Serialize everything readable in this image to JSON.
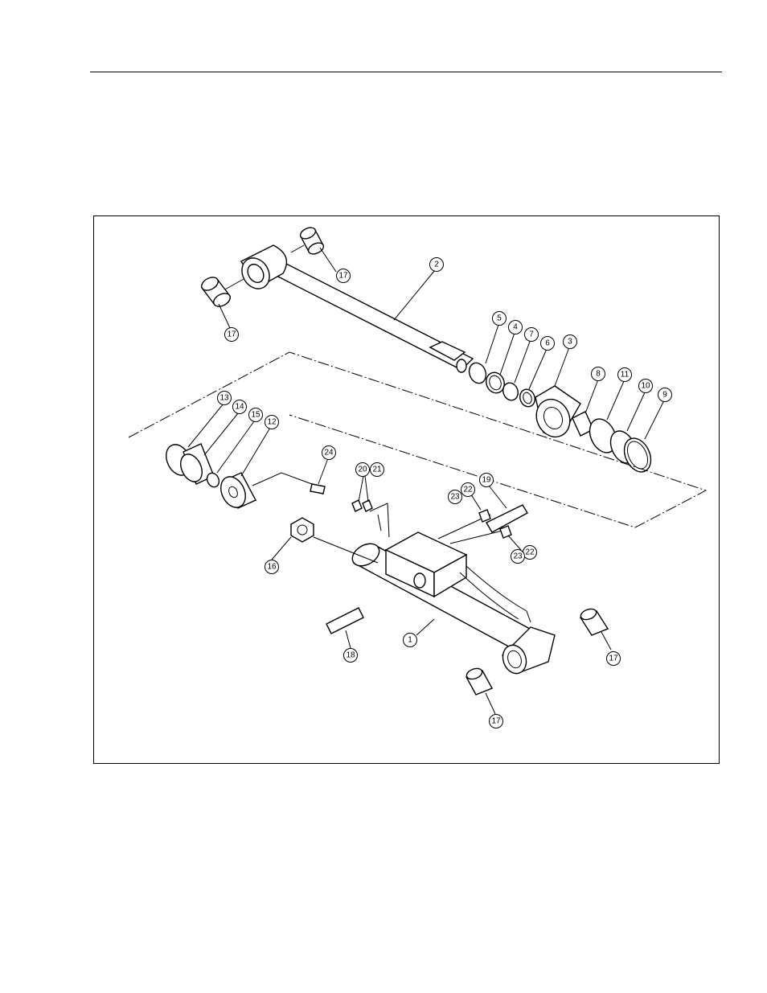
{
  "figure": {
    "callouts": [
      {
        "id": "c-2",
        "label": "2"
      },
      {
        "id": "c-17a",
        "label": "17"
      },
      {
        "id": "c-17b",
        "label": "17"
      },
      {
        "id": "c-5",
        "label": "5"
      },
      {
        "id": "c-4",
        "label": "4"
      },
      {
        "id": "c-7",
        "label": "7"
      },
      {
        "id": "c-6",
        "label": "6"
      },
      {
        "id": "c-3",
        "label": "3"
      },
      {
        "id": "c-8",
        "label": "8"
      },
      {
        "id": "c-11",
        "label": "11"
      },
      {
        "id": "c-10",
        "label": "10"
      },
      {
        "id": "c-9",
        "label": "9"
      },
      {
        "id": "c-13",
        "label": "13"
      },
      {
        "id": "c-14",
        "label": "14"
      },
      {
        "id": "c-15",
        "label": "15"
      },
      {
        "id": "c-12",
        "label": "12"
      },
      {
        "id": "c-24",
        "label": "24"
      },
      {
        "id": "c-20",
        "label": "20"
      },
      {
        "id": "c-21",
        "label": "21"
      },
      {
        "id": "c-19",
        "label": "19"
      },
      {
        "id": "c-22a",
        "label": "22"
      },
      {
        "id": "c-23a",
        "label": "23"
      },
      {
        "id": "c-22b",
        "label": "22"
      },
      {
        "id": "c-23b",
        "label": "23"
      },
      {
        "id": "c-16",
        "label": "16"
      },
      {
        "id": "c-18",
        "label": "18"
      },
      {
        "id": "c-1",
        "label": "1"
      },
      {
        "id": "c-17c",
        "label": "17"
      },
      {
        "id": "c-17d",
        "label": "17"
      }
    ]
  }
}
